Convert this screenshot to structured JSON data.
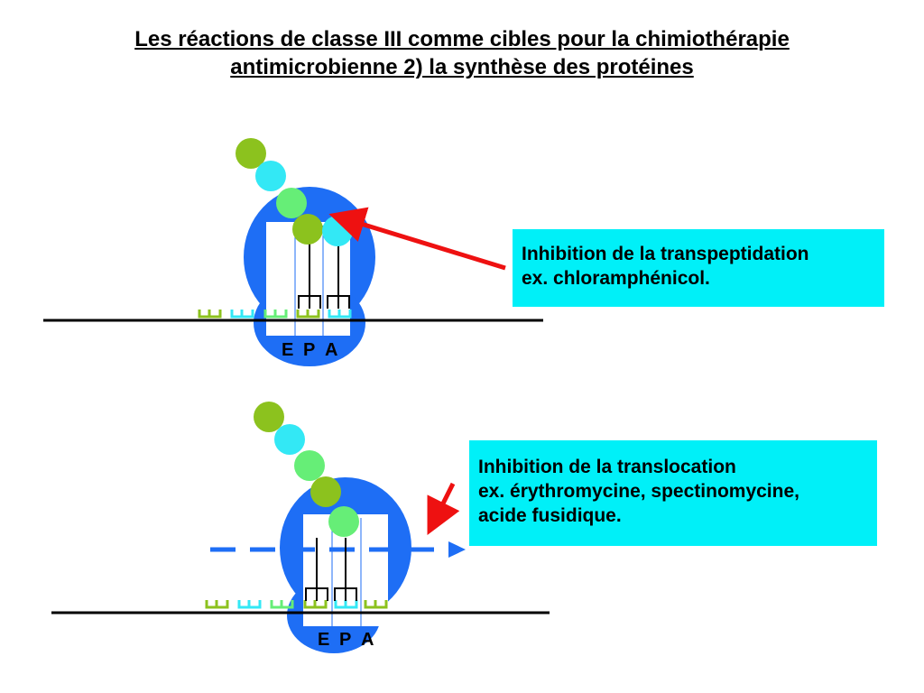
{
  "title": {
    "line1": "Les réactions  de classe III comme cibles pour la chimiothérapie",
    "line2": "antimicrobienne 2) la synthèse des protéines"
  },
  "panels": [
    {
      "site_labels": [
        "E",
        "P",
        "A"
      ],
      "callout": {
        "lines": [
          "Inhibition de la transpeptidation",
          "ex. chloramphénicol."
        ]
      }
    },
    {
      "site_labels": [
        "E",
        "P",
        "A"
      ],
      "callout": {
        "lines": [
          "Inhibition de la translocation",
          "ex. érythromycine, spectinomycine,",
          "acide fusidique."
        ]
      }
    }
  ],
  "colors": {
    "ribosome": "#1e6ef5",
    "callout_bg": "#00f0f8",
    "arrow": "#ee1111",
    "aa_olive": "#8cc21e",
    "aa_cyan": "#33e8f5",
    "aa_green": "#66ee77",
    "mrna": "#000000"
  }
}
